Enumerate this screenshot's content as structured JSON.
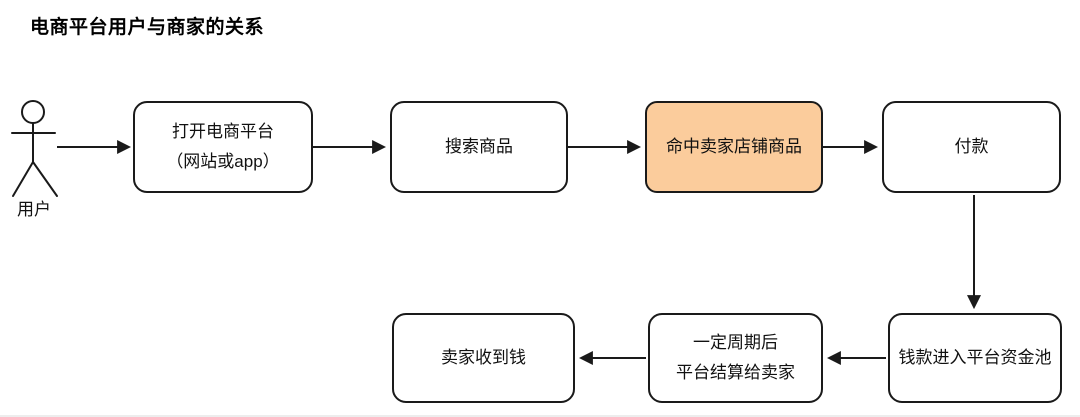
{
  "title": "电商平台用户与商家的关系",
  "actor": {
    "id": "user",
    "label": "用户"
  },
  "nodes": [
    {
      "id": "open-platform",
      "lines": [
        "打开电商平台",
        "（网站或app）"
      ],
      "highlighted": false
    },
    {
      "id": "search-product",
      "lines": [
        "搜索商品"
      ],
      "highlighted": false
    },
    {
      "id": "hit-seller-shop-product",
      "lines": [
        "命中卖家店铺商品"
      ],
      "highlighted": true
    },
    {
      "id": "pay",
      "lines": [
        "付款"
      ],
      "highlighted": false
    },
    {
      "id": "funds-into-platform-pool",
      "lines": [
        "钱款进入平台资金池"
      ],
      "highlighted": false
    },
    {
      "id": "periodic-settlement",
      "lines": [
        "一定周期后",
        "平台结算给卖家"
      ],
      "highlighted": false
    },
    {
      "id": "seller-receives-money",
      "lines": [
        "卖家收到钱"
      ],
      "highlighted": false
    }
  ],
  "edges": [
    {
      "from": "user",
      "to": "open-platform"
    },
    {
      "from": "open-platform",
      "to": "search-product"
    },
    {
      "from": "search-product",
      "to": "hit-seller-shop-product"
    },
    {
      "from": "hit-seller-shop-product",
      "to": "pay"
    },
    {
      "from": "pay",
      "to": "funds-into-platform-pool"
    },
    {
      "from": "funds-into-platform-pool",
      "to": "periodic-settlement"
    },
    {
      "from": "periodic-settlement",
      "to": "seller-receives-money"
    }
  ],
  "colors": {
    "highlight_fill": "#FBCC9C",
    "line": "#1A1A1A",
    "background": "#FFFFFF"
  }
}
